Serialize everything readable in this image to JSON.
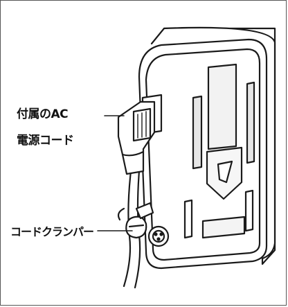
{
  "callouts": {
    "ac_cord_line1": "付属のAC",
    "ac_cord_line2": "電源コード",
    "cord_clamper": "コードクランパー"
  },
  "colors": {
    "stroke": "#1a1a1a",
    "frame": "#555555",
    "shade": "#e9e9e9"
  },
  "icons": [
    "battery-adapter-illustration",
    "ac-plug-illustration",
    "power-cord-illustration",
    "cord-clamp-illustration"
  ]
}
